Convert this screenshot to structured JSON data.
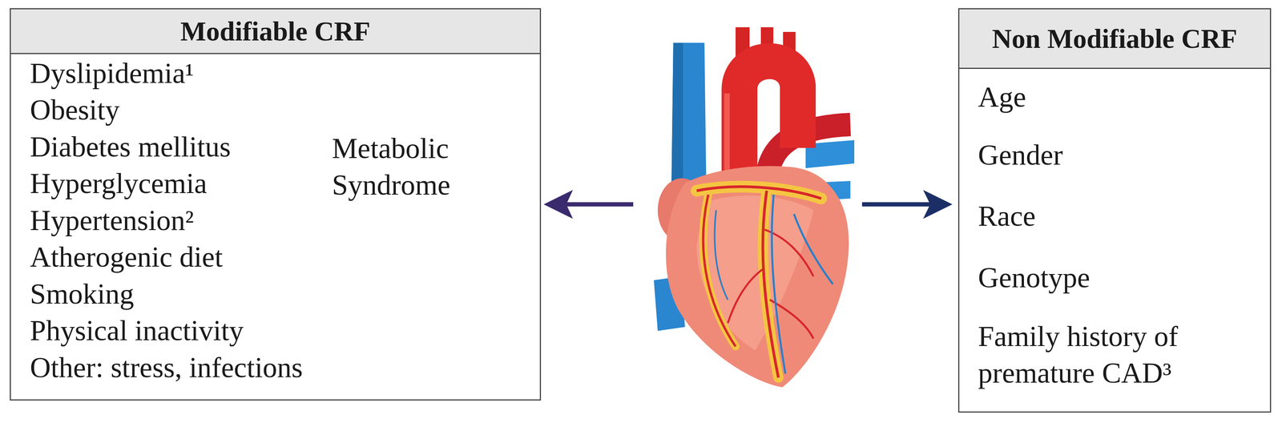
{
  "diagram": {
    "nodes": [
      {
        "text": [
          "Modifiable CRF",
          "Dyslipidemia¹",
          "Obesity",
          "Diabetes mellitus",
          "Hyperglycemia",
          "Hypertension²",
          "Metabolic Syndrome",
          "Atherogenic diet",
          "Smoking",
          "Physical inactivity",
          "Other: stress, infections"
        ]
      },
      {
        "text": [
          "Non Modifiable CRF",
          "Age",
          "Gender",
          "Race",
          "Genotype",
          "Family history of premature CAD³"
        ]
      }
    ]
  }
}
